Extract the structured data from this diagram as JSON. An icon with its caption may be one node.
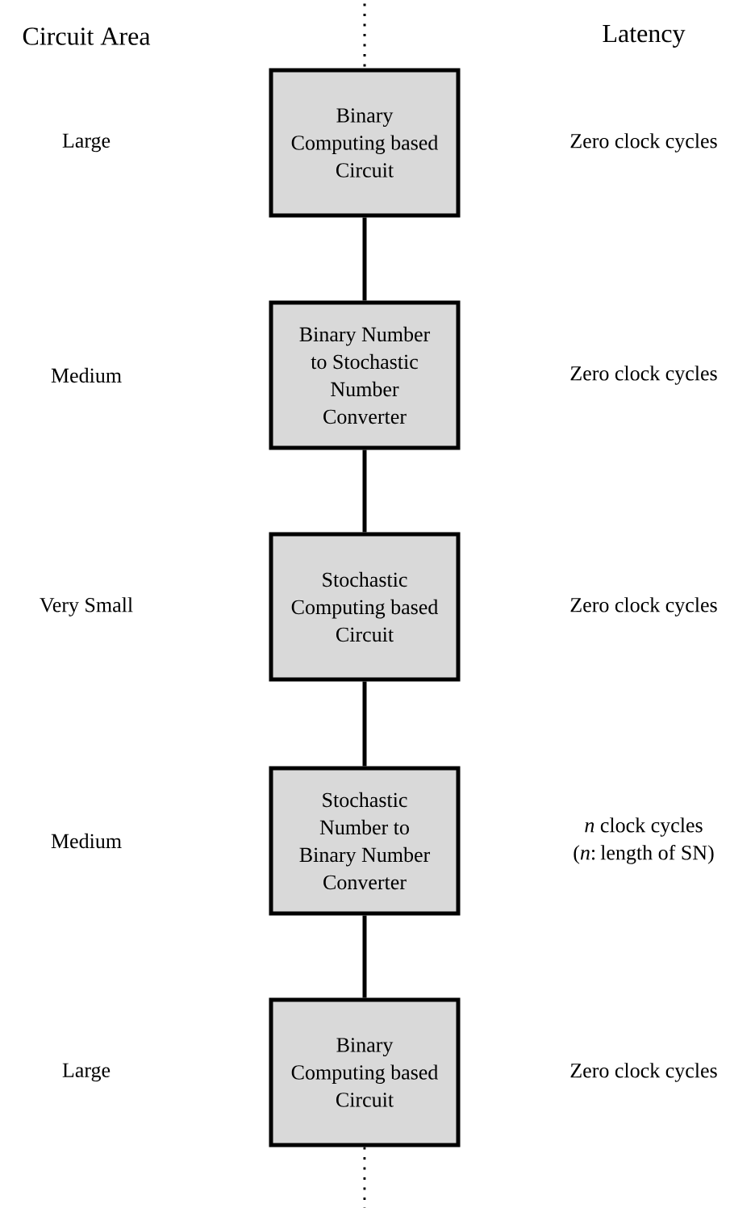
{
  "diagram": {
    "nodes": [
      {
        "text": [
          "Binary Computing based Circuit"
        ]
      },
      {
        "text": [
          "Binary Number to Stochastic Number Converter"
        ]
      },
      {
        "text": [
          "Stochastic Computing based Circuit"
        ]
      },
      {
        "text": [
          "Stochastic Number to Binary Number Converter"
        ]
      },
      {
        "text": [
          "Binary Computing based Circuit"
        ]
      }
    ],
    "edges": [
      {
        "from": null,
        "to": 0,
        "arrow": "none",
        "style": "dashed"
      },
      {
        "from": 0,
        "to": 1,
        "arrow": "none"
      },
      {
        "from": 1,
        "to": 2,
        "arrow": "none"
      },
      {
        "from": 2,
        "to": 3,
        "arrow": "none"
      },
      {
        "from": 3,
        "to": 4,
        "arrow": "none"
      },
      {
        "from": 4,
        "to": null,
        "arrow": "none",
        "style": "dashed"
      }
    ],
    "labels": [
      "Circuit Area",
      "Latency",
      "Large",
      "Zero clock cycles",
      "Medium",
      "Zero clock cycles",
      "Very Small",
      "Zero clock cycles",
      "Medium",
      "*n* clock cycles (*n*: length of SN)",
      "Large",
      "Zero clock cycles"
    ]
  }
}
